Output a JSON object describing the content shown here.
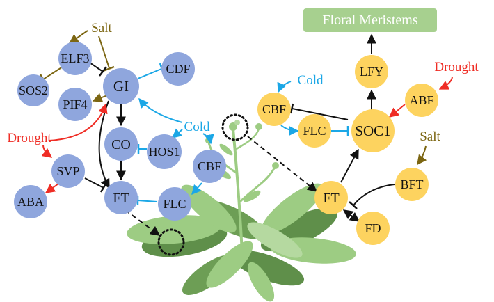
{
  "colors": {
    "left_node": "#8fa6dd",
    "right_node": "#fdd35f",
    "cold": "#1ba7e6",
    "drought": "#ef2d25",
    "salt": "#7c6612",
    "edge": "#111111",
    "inhibit_blue": "#1ba7e6",
    "floral_box": "#a7d08f",
    "plant_light": "#9dcc83",
    "plant_dark": "#5f8f4a"
  },
  "left_network": {
    "nodes": {
      "elf3": "ELF3",
      "sos2": "SOS2",
      "gi": "GI",
      "cdf": "CDF",
      "pif4": "PIF4",
      "co": "CO",
      "hos1": "HOS1",
      "cbf": "CBF",
      "svp": "SVP",
      "aba": "ABA",
      "ft": "FT",
      "flc": "FLC"
    },
    "stimuli": {
      "salt": "Salt",
      "drought": "Drought",
      "cold": "Cold"
    }
  },
  "right_network": {
    "nodes": {
      "cbf": "CBF",
      "flc": "FLC",
      "soc1": "SOC1",
      "lfy": "LFY",
      "abf": "ABF",
      "bft": "BFT",
      "ft": "FT",
      "fd": "FD"
    },
    "stimuli": {
      "cold": "Cold",
      "drought": "Drought",
      "salt": "Salt"
    },
    "floral_meristems": "Floral Meristems"
  }
}
